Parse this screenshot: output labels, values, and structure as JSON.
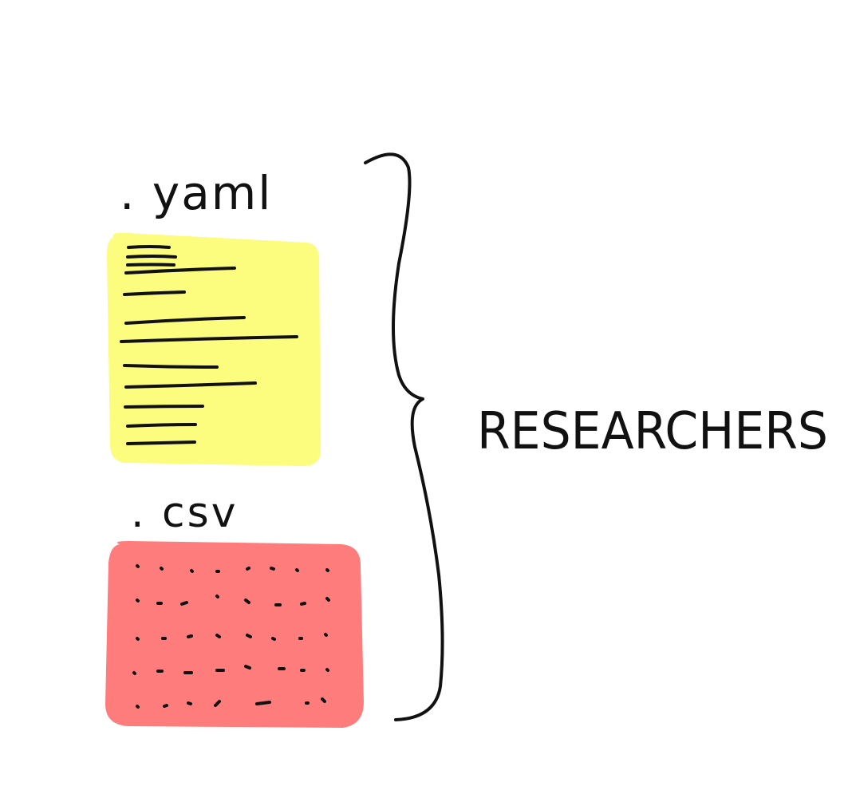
{
  "diagram": {
    "yaml_label": ". yaml",
    "csv_label": ". csv",
    "group_label": "RESEARCHERS",
    "colors": {
      "ink": "#111111",
      "yaml_fill": "#FCFC7E",
      "csv_fill": "#FF7C7C",
      "background": "#FFFFFF"
    },
    "icons": {
      "yaml_file": "yaml-file-icon",
      "csv_file": "csv-file-icon",
      "brace": "curly-brace"
    }
  }
}
